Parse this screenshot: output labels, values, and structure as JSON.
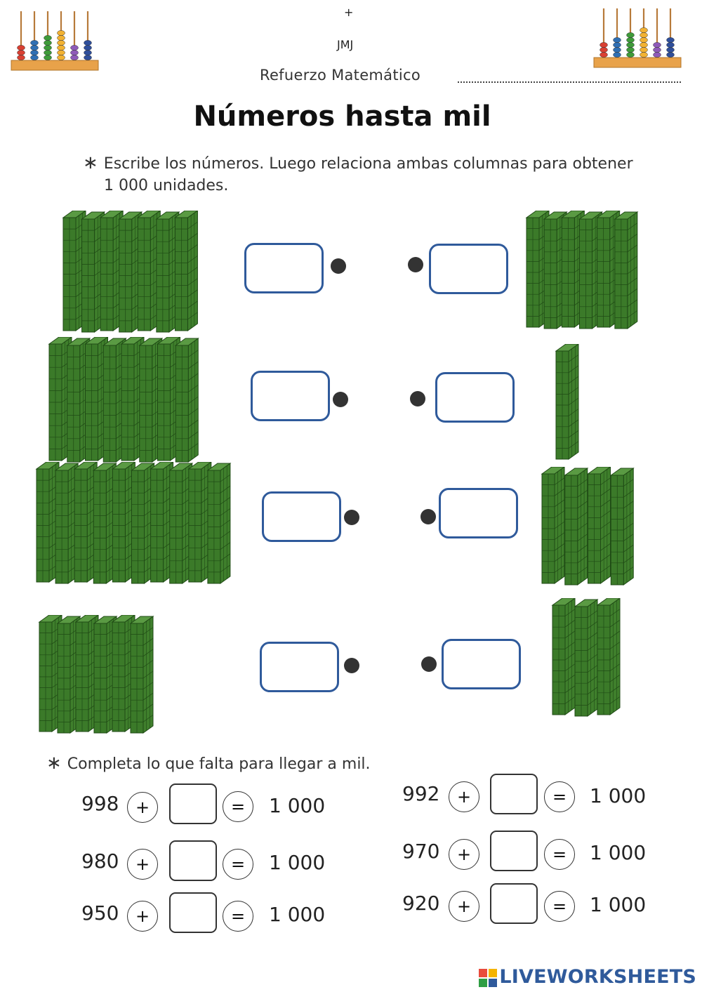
{
  "header": {
    "cross": "+",
    "initials": "JMJ",
    "subtitle": "Refuerzo Matemático"
  },
  "title": "Números hasta mil",
  "section1": {
    "instruction_line1": "Escribe los números. Luego relaciona ambas columnas para obtener",
    "instruction_line2": "1 000 unidades.",
    "left_items_hundreds_count": [
      7,
      8,
      10,
      6
    ],
    "right_items_hundreds_count": [
      6,
      1,
      4,
      3
    ]
  },
  "section2": {
    "instruction": "Completa lo que falta para llegar a mil.",
    "equations": [
      {
        "number": "998",
        "plus": "+",
        "equals": "=",
        "result": "1 000"
      },
      {
        "number": "980",
        "plus": "+",
        "equals": "=",
        "result": "1 000"
      },
      {
        "number": "950",
        "plus": "+",
        "equals": "=",
        "result": "1 000"
      },
      {
        "number": "992",
        "plus": "+",
        "equals": "=",
        "result": "1 000"
      },
      {
        "number": "970",
        "plus": "+",
        "equals": "=",
        "result": "1 000"
      },
      {
        "number": "920",
        "plus": "+",
        "equals": "=",
        "result": "1 000"
      }
    ]
  },
  "footer": {
    "brand": "LIVEWORKSHEETS"
  },
  "colors": {
    "block_green": "#3f7f2c",
    "block_dark": "#1f4a15",
    "box_blue": "#2f5a9b"
  }
}
